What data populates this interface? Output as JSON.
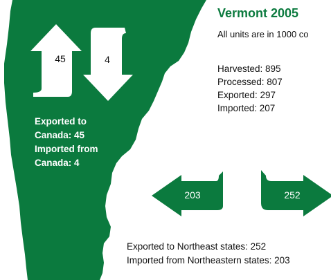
{
  "title": "Vermont 2005",
  "units_note": "All units are in 1000 co",
  "stats": [
    "Harvested: 895",
    "Processed: 807",
    "Exported: 297",
    "Imported: 207"
  ],
  "canada": {
    "export_arrow_value": "45",
    "import_arrow_value": "4",
    "lines": [
      "Exported to",
      "Canada: 45",
      "Imported from",
      "Canada: 4"
    ]
  },
  "northeast": {
    "import_arrow_value": "203",
    "export_arrow_value": "252",
    "lines": [
      "Exported to Northeast states: 252",
      "Imported from Northeastern states: 203"
    ]
  },
  "colors": {
    "green": "#0b7a3e",
    "title_green": "#0b7a3e",
    "white": "#ffffff",
    "text": "#111111"
  }
}
